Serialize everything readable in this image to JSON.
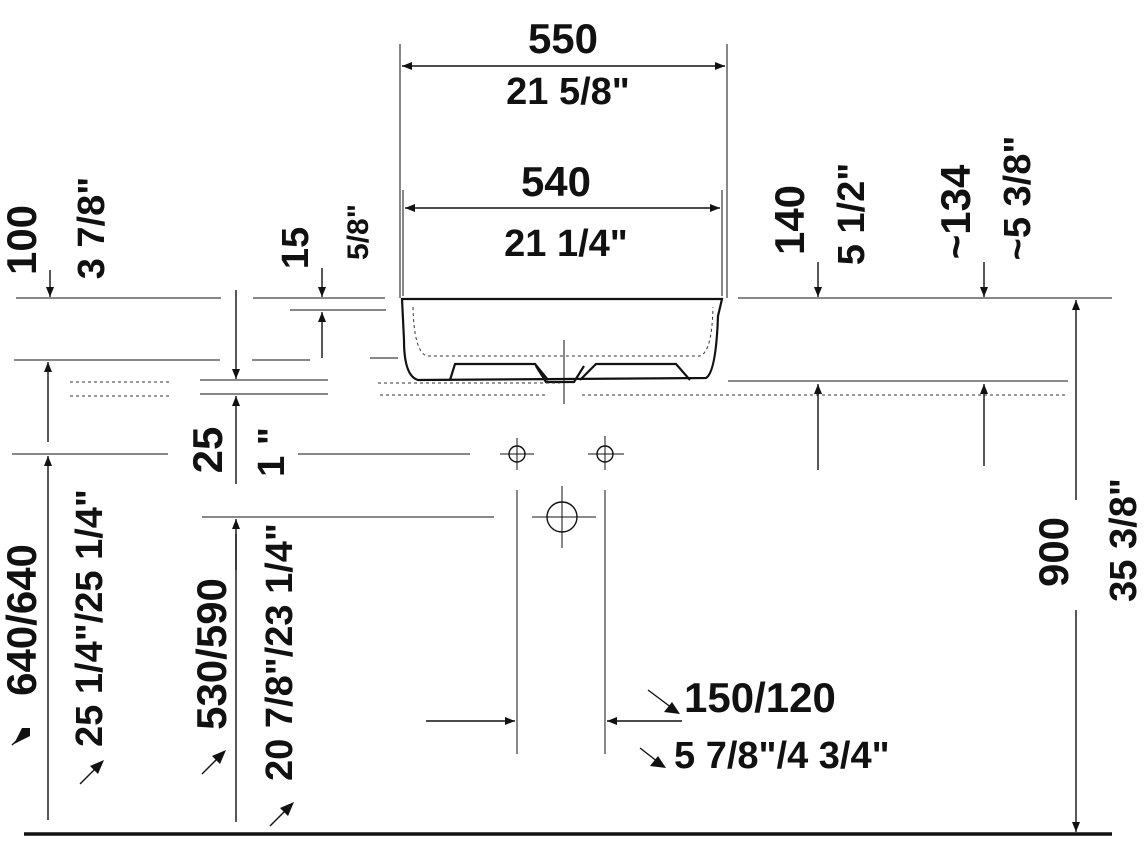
{
  "dimensions": {
    "overall_width_mm": "550",
    "overall_width_in": "21 5/8\"",
    "inner_width_mm": "540",
    "inner_width_in": "21 1/4\"",
    "height_100_mm": "100",
    "height_100_in": "3 7/8\"",
    "rim_15_mm": "15",
    "rim_15_in": "5/8\"",
    "height_140_mm": "140",
    "height_140_in": "5 1/2\"",
    "height_134_mm": "~134",
    "height_134_in": "~5 3/8\"",
    "gap_25_mm": "25",
    "gap_25_in": "1 \"",
    "floor_900_mm": "900",
    "floor_900_in": "35 3/8\"",
    "supply_640_mm": "640/640",
    "supply_640_in": "25 1/4\"/25 1/4\"",
    "drain_530_mm": "530/590",
    "drain_530_in": "20 7/8\"/23 1/4\"",
    "spacing_mm": "150/120",
    "spacing_in": "5 7/8\"/4 3/4\""
  }
}
